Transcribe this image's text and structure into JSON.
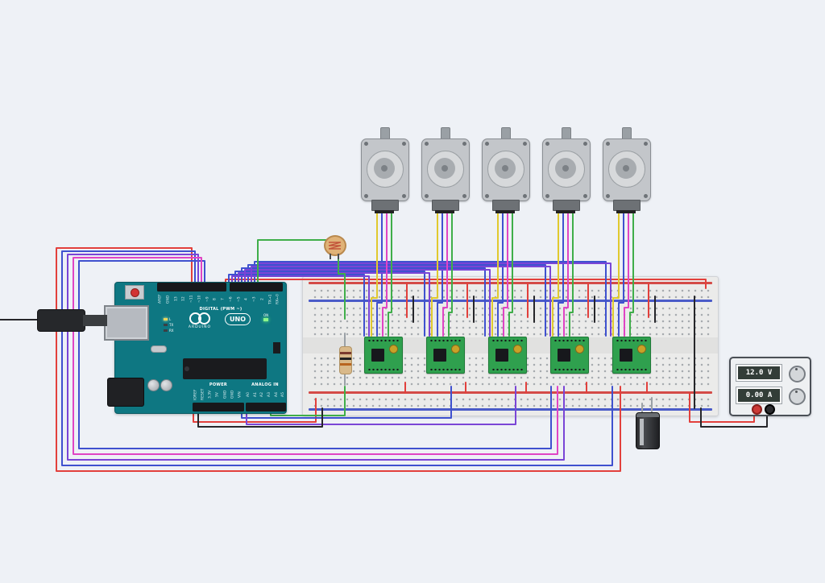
{
  "palette": {
    "bg": "#eef1f6",
    "wire-red": "#e2403c",
    "wire-blue": "#3f51cf",
    "wire-purple": "#7a45d6",
    "wire-magenta": "#e044c4",
    "wire-green": "#3fae49",
    "wire-yellow": "#e0c92e",
    "wire-black": "#26262a",
    "wire-gray": "#9aa0a6",
    "arduino-teal": "#0e7782",
    "pcb-green": "#2fa04e",
    "display-dark": "#333d38"
  },
  "arduino": {
    "digital_label": "DIGITAL (PWM ~)",
    "brand": "ARDUINO",
    "model": "UNO",
    "power_label": "POWER",
    "analog_label": "ANALOG IN",
    "on_label": "ON",
    "led_labels": [
      "L",
      "TX",
      "RX"
    ],
    "digital_pins": [
      "AREF",
      "GND",
      "13",
      "12",
      "~11",
      "~10",
      "~9",
      "8",
      "7",
      "~6",
      "~5",
      "4",
      "~3",
      "2",
      "TX→1",
      "RX←0"
    ],
    "power_pins": [
      "IOREF",
      "RESET",
      "3.3V",
      "5V",
      "GND",
      "GND",
      "VIN"
    ],
    "analog_pins": [
      "A0",
      "A1",
      "A2",
      "A3",
      "A4",
      "A5"
    ]
  },
  "power_supply": {
    "voltage": "12.0 V",
    "current": "0.00 A"
  },
  "components": {
    "steppers": [
      "stepper-motor-1",
      "stepper-motor-2",
      "stepper-motor-3",
      "stepper-motor-4",
      "stepper-motor-5"
    ],
    "drivers": [
      "a4988-driver-1",
      "a4988-driver-2",
      "a4988-driver-3",
      "a4988-driver-4",
      "a4988-driver-5"
    ]
  }
}
